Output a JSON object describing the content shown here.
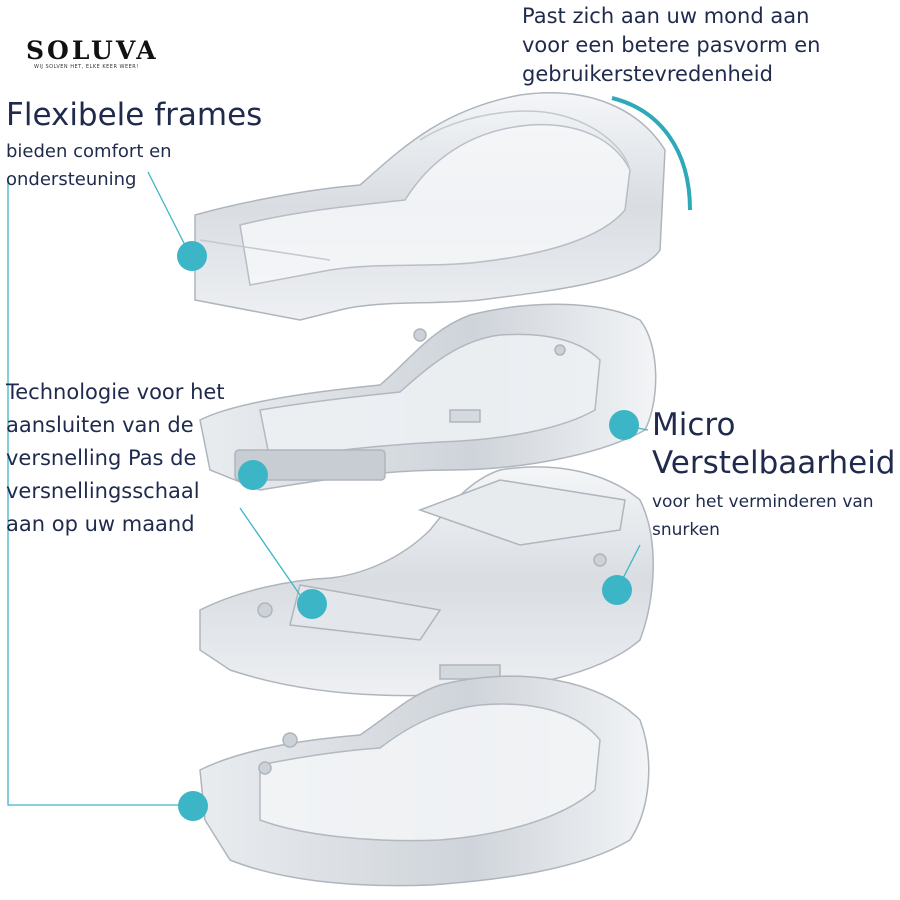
{
  "brand": {
    "name": "SOLUVA",
    "tagline": "WIJ SOLVEN HET, ELKE KEER WEER!"
  },
  "callouts": {
    "fit": {
      "line1": "Past zich aan uw mond aan",
      "line2": "voor een betere pasvorm en",
      "line3": "gebruikerstevredenheid"
    },
    "frames": {
      "title": "Flexibele frames",
      "line1": "bieden comfort en",
      "line2": "ondersteuning"
    },
    "tech": {
      "line1": "Technologie voor het",
      "line2": "aansluiten van de",
      "line3": "versnelling Pas de",
      "line4": "versnellingsschaal",
      "line5": "aan op uw maand"
    },
    "micro": {
      "title1": "Micro",
      "title2": "Verstelbaarheid",
      "line1": "voor het verminderen van",
      "line2": "snurken"
    }
  },
  "colors": {
    "accent": "#3cb6c6",
    "text": "#1f2a4d",
    "plastic": "#dfe3e8"
  },
  "icons": [
    "soluva-logo"
  ]
}
